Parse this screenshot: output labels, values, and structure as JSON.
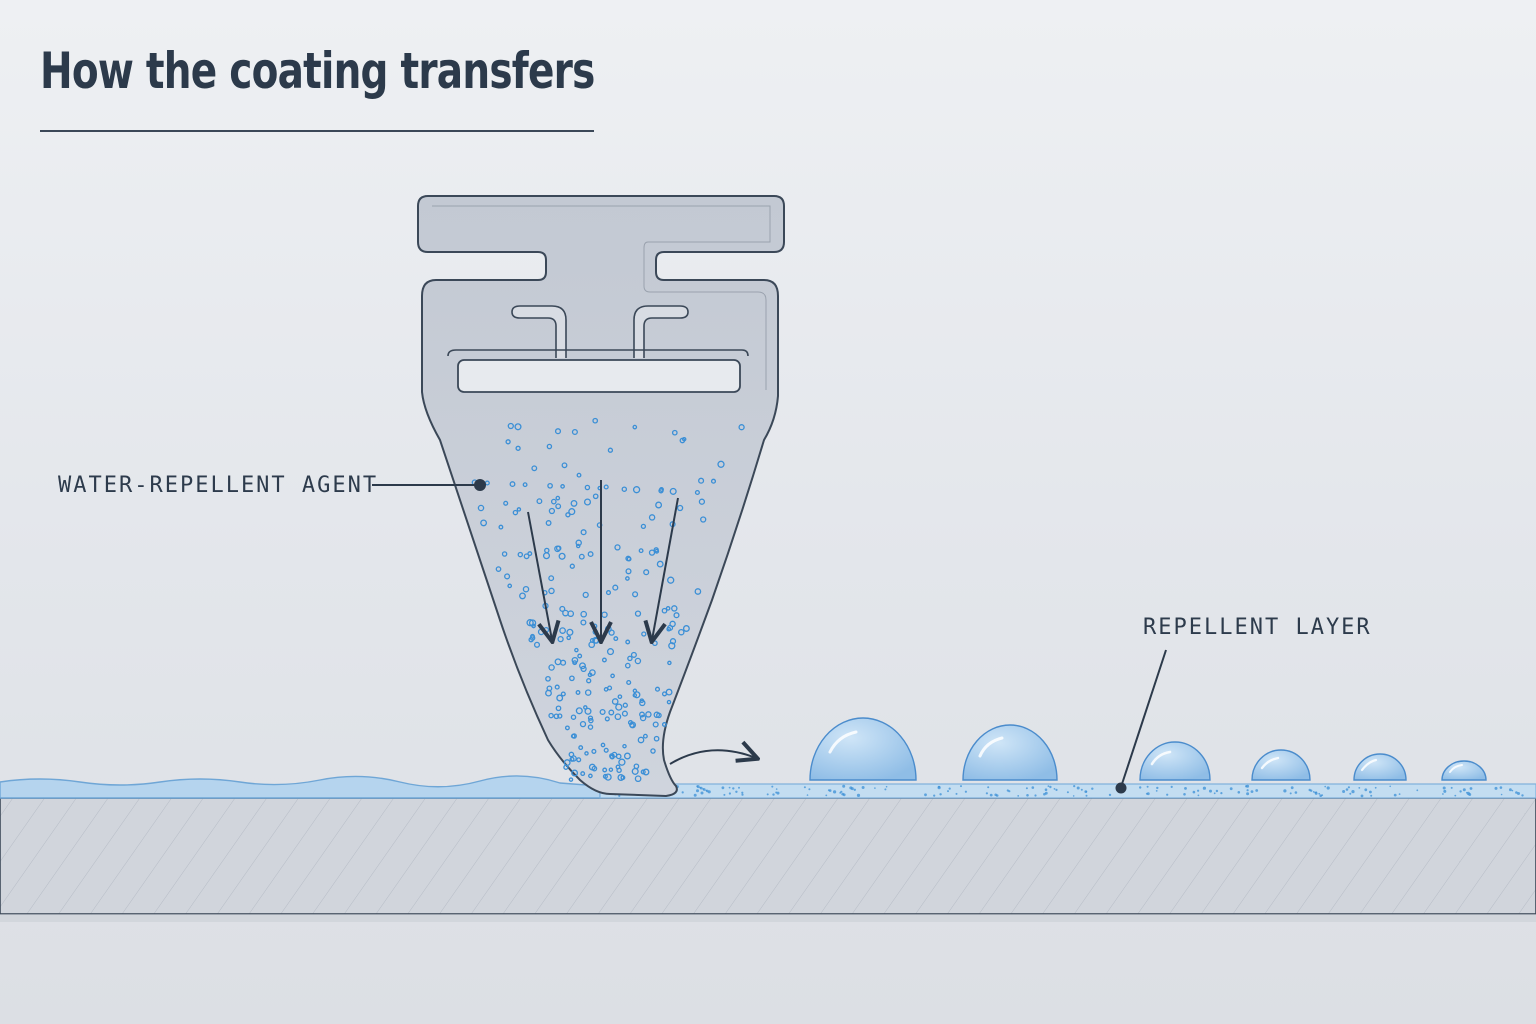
{
  "title": "How the coating transfers",
  "labels": {
    "agent": "WATER-REPELLENT AGENT",
    "layer": "REPELLENT LAYER"
  },
  "colors": {
    "ink": "#2c3a4b",
    "blade_fill": "#c9ced8",
    "particle": "#3b8fd6",
    "water": "#a9cdea",
    "substrate": "#cdd2da"
  }
}
